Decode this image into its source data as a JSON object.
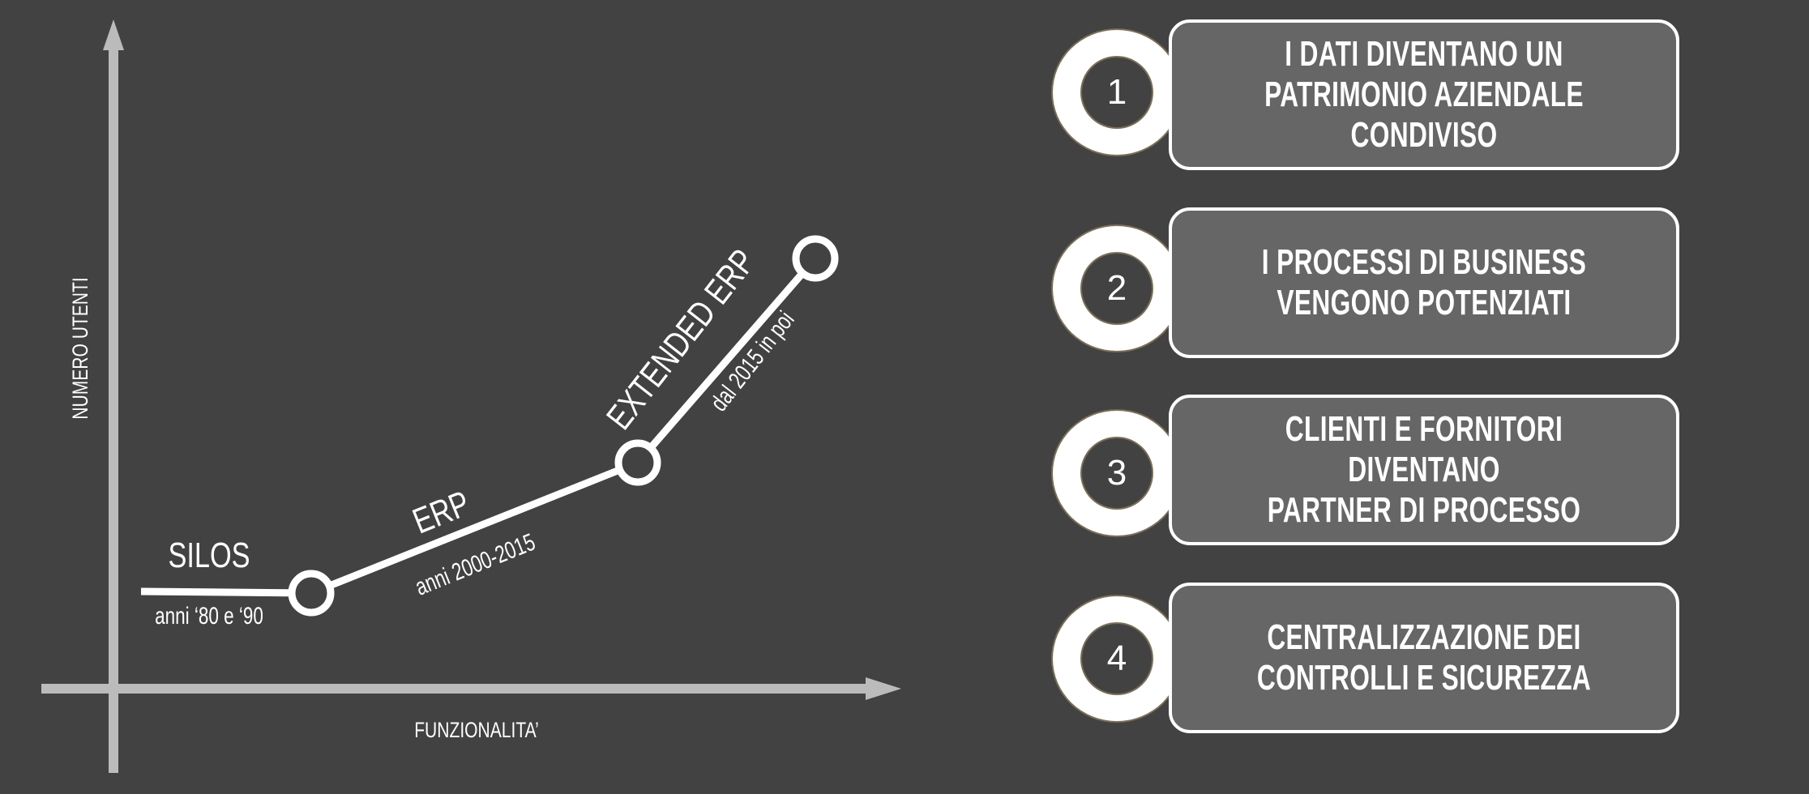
{
  "colors": {
    "background": "#424242",
    "box": "#666666",
    "axis": "#bbbbbb",
    "line": "#ffffff"
  },
  "diagram": {
    "y_axis_label": "NUMERO UTENTI",
    "x_axis_label": "FUNZIONALITA’",
    "stages": [
      {
        "name": "SILOS",
        "period": "anni ‘80 e ‘90"
      },
      {
        "name": "ERP",
        "period": "anni 2000-2015"
      },
      {
        "name": "EXTENDED ERP",
        "period": "dal 2015 in poi"
      }
    ]
  },
  "benefits": [
    {
      "number": "1",
      "text": "I DATI DIVENTANO  UN\nPATRIMONIO AZIENDALE\nCONDIVISO"
    },
    {
      "number": "2",
      "text": "I PROCESSI DI BUSINESS\nVENGONO POTENZIATI"
    },
    {
      "number": "3",
      "text": "CLIENTI E FORNITORI DIVENTANO\nPARTNER DI PROCESSO"
    },
    {
      "number": "4",
      "text": "CENTRALIZZAZIONE DEI\nCONTROLLI E SICUREZZA"
    }
  ]
}
